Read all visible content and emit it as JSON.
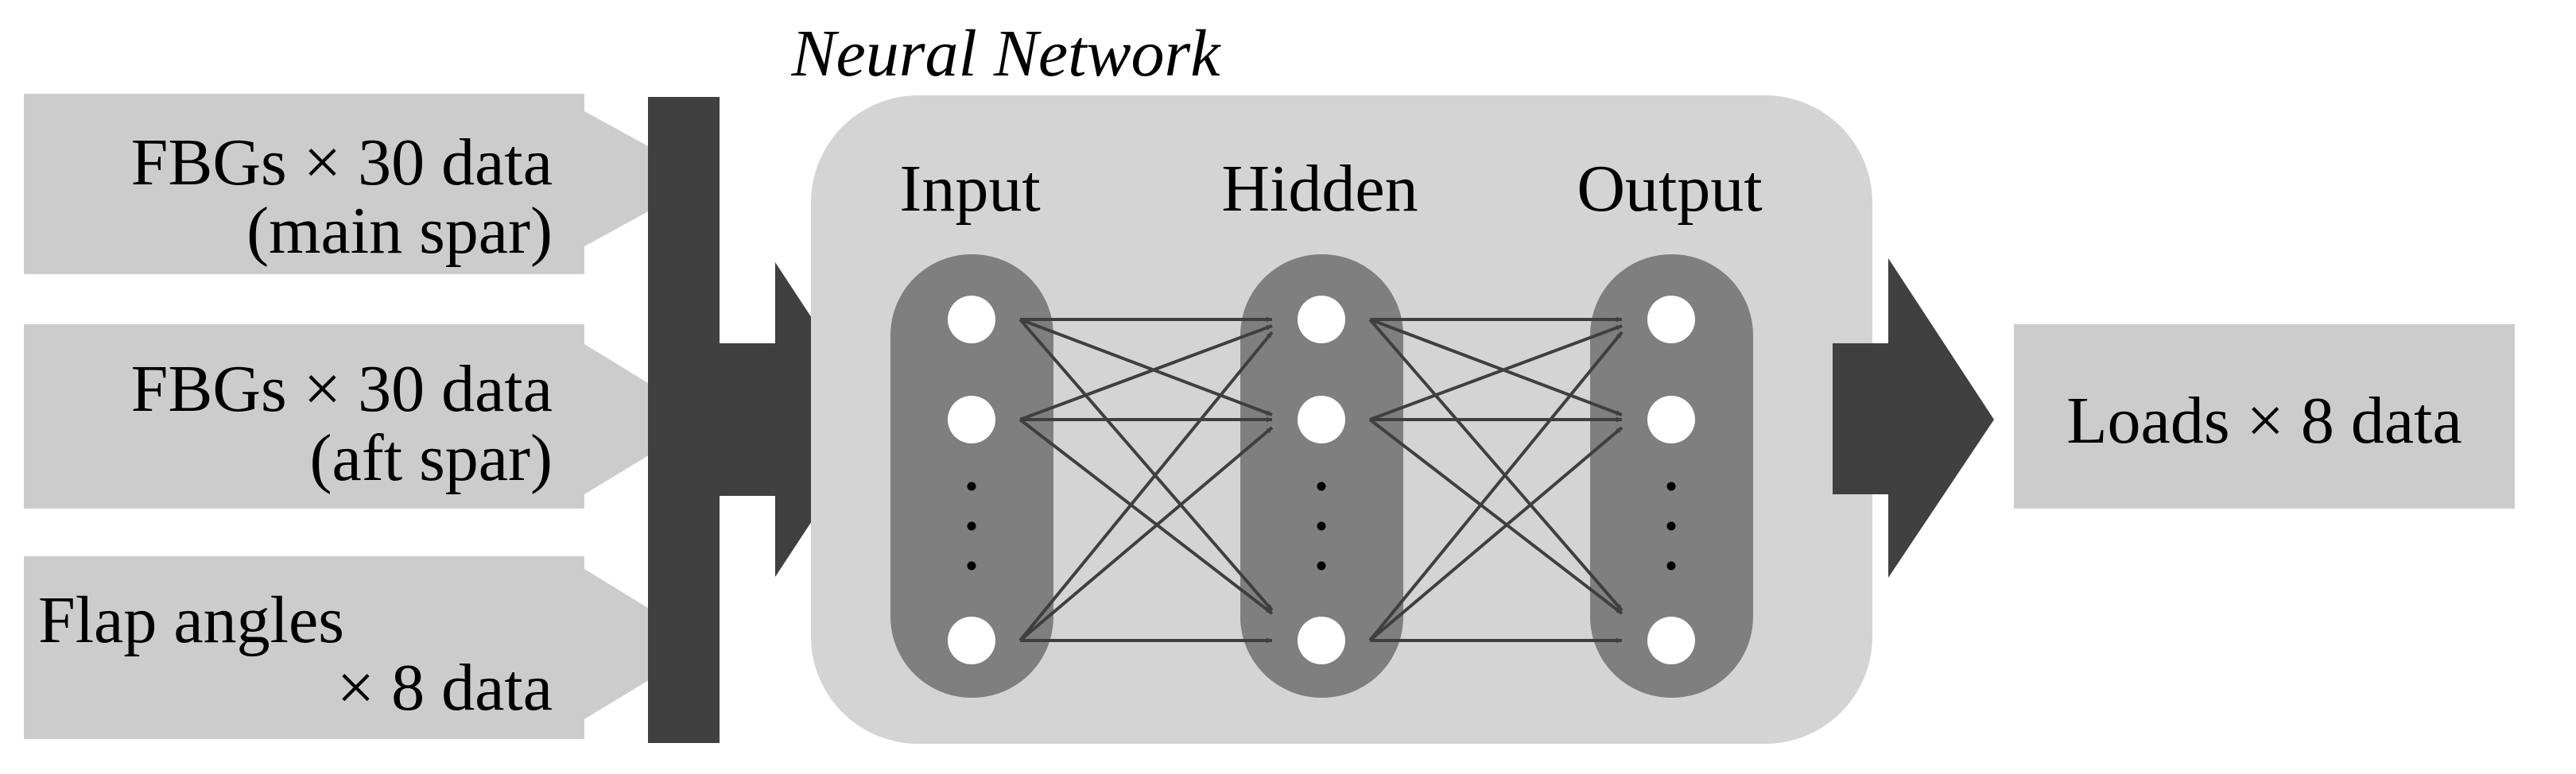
{
  "title": "Neural Network",
  "inputs": [
    {
      "line1": "FBGs × 30 data",
      "line2": "(main spar)"
    },
    {
      "line1": "FBGs × 30 data",
      "line2": "(aft spar)"
    },
    {
      "line1": "Flap angles",
      "line2": "× 8 data"
    }
  ],
  "layers": [
    "Input",
    "Hidden",
    "Output"
  ],
  "ellipsis": "·\n·\n·",
  "output": "Loads × 8 data",
  "colors": {
    "light_box": "#cccccc",
    "network_panel": "#d4d4d4",
    "layer_pill": "#7f7f7f",
    "dark_bar": "#404040",
    "connection": "#3f3f3f",
    "node": "#ffffff"
  }
}
